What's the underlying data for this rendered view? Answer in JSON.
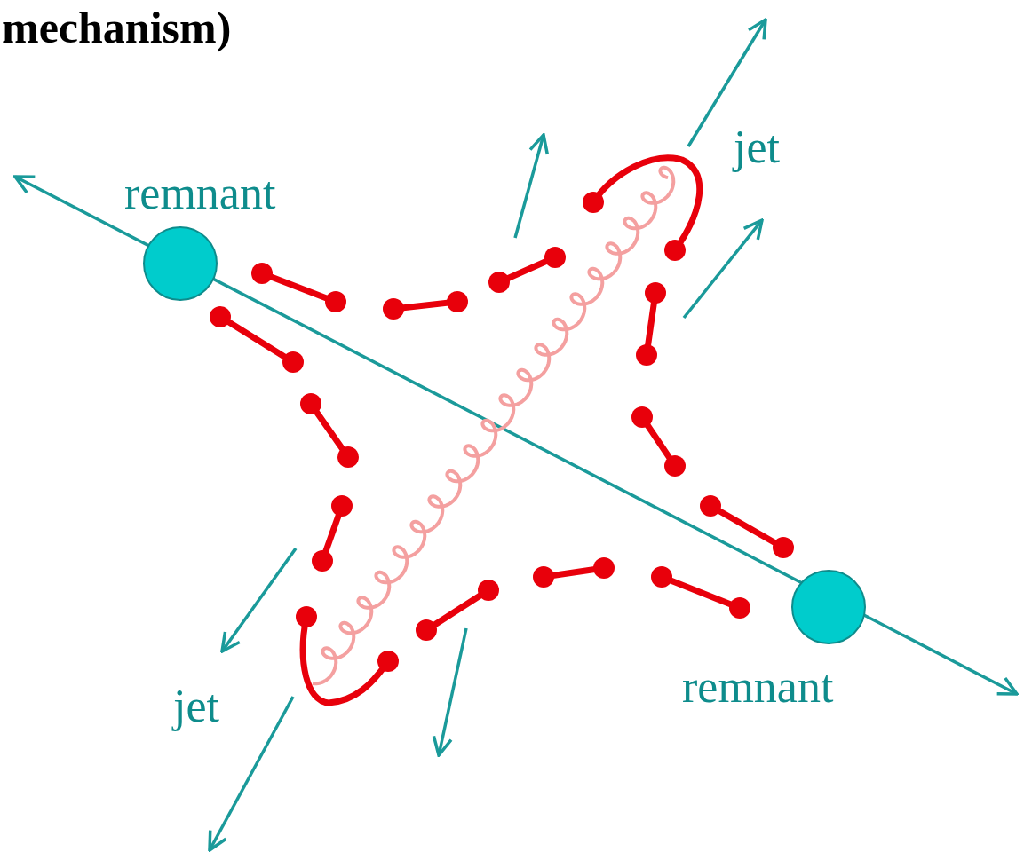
{
  "diagram": {
    "title": "mechanism)",
    "labels": [
      "remnant",
      "jet",
      "remnant",
      "jet"
    ]
  }
}
